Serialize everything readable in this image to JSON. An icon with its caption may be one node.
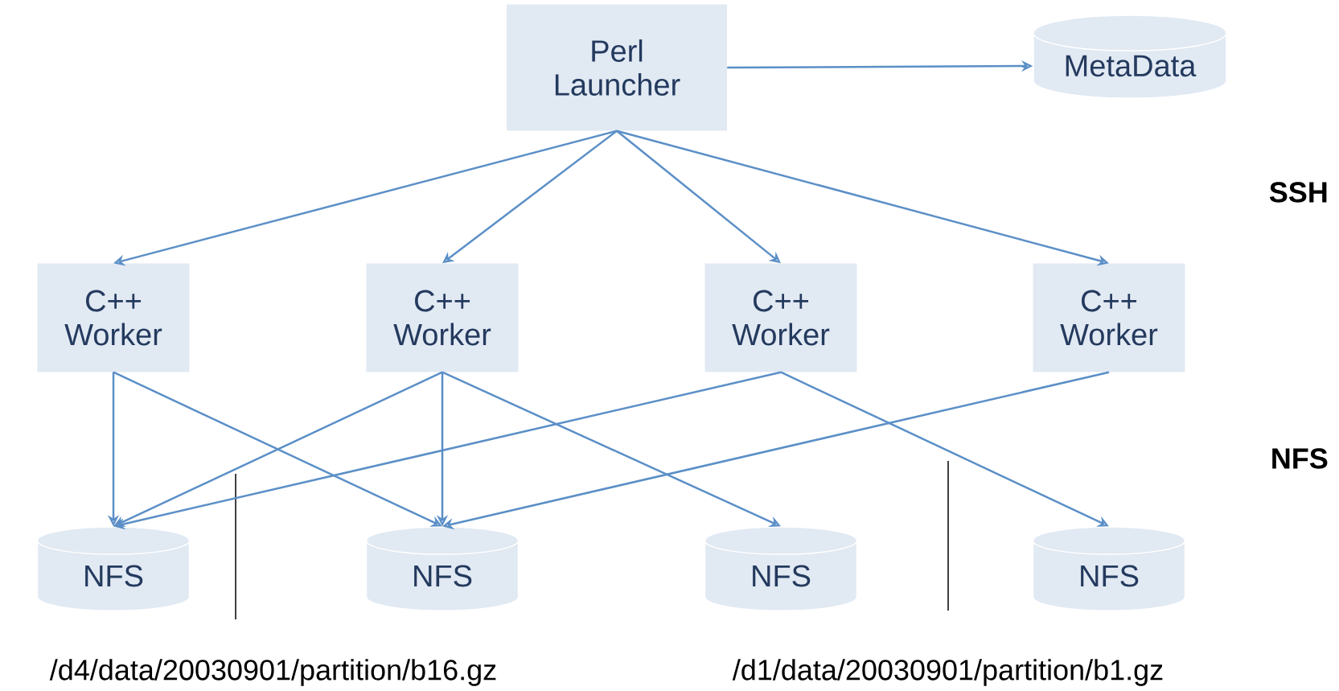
{
  "diagram": {
    "nodes": [
      {
        "text": [
          "Perl Launcher"
        ]
      },
      {
        "text": [
          "MetaData"
        ]
      },
      {
        "text": [
          "C++ Worker"
        ]
      },
      {
        "text": [
          "C++ Worker"
        ]
      },
      {
        "text": [
          "C++ Worker"
        ]
      },
      {
        "text": [
          "C++ Worker"
        ]
      },
      {
        "text": [
          "NFS"
        ]
      },
      {
        "text": [
          "NFS"
        ]
      },
      {
        "text": [
          "NFS"
        ]
      },
      {
        "text": [
          "NFS"
        ]
      }
    ],
    "edges": [
      {
        "from": 0,
        "to": 1,
        "arrow": "to"
      },
      {
        "from": 0,
        "to": 2,
        "arrow": "to"
      },
      {
        "from": 0,
        "to": 3,
        "arrow": "to"
      },
      {
        "from": 0,
        "to": 4,
        "arrow": "to"
      },
      {
        "from": 0,
        "to": 5,
        "arrow": "to"
      },
      {
        "from": 2,
        "to": 6,
        "arrow": "to"
      },
      {
        "from": 2,
        "to": 7,
        "arrow": "to"
      },
      {
        "from": 3,
        "to": 6,
        "arrow": "to"
      },
      {
        "from": 3,
        "to": 7,
        "arrow": "to"
      },
      {
        "from": 3,
        "to": 8,
        "arrow": "to"
      },
      {
        "from": 4,
        "to": 6,
        "arrow": "to"
      },
      {
        "from": 4,
        "to": 9,
        "arrow": "to"
      },
      {
        "from": 5,
        "to": 7,
        "arrow": "to"
      }
    ],
    "labels": [
      "SSH",
      "NFS",
      "/d4/data/20030901/partition/b16.gz",
      "/d1/data/20030901/partition/b1.gz"
    ]
  }
}
